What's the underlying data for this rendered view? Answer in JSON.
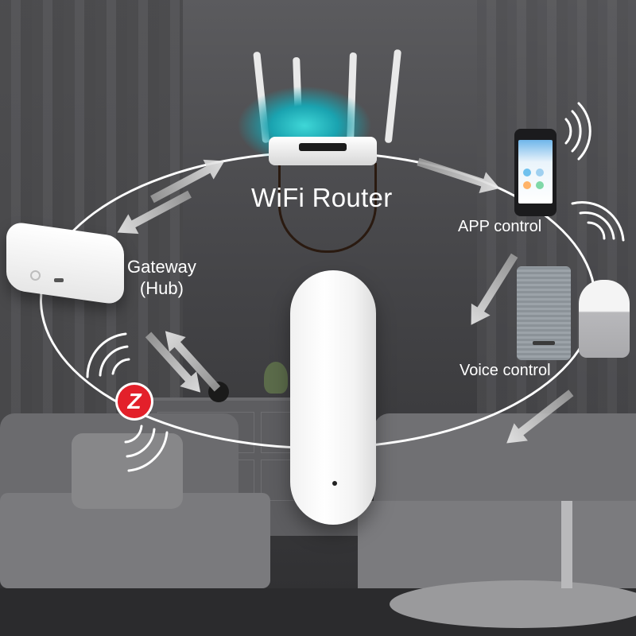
{
  "labels": {
    "router": "WiFi Router",
    "gateway_line1": "Gateway",
    "gateway_line2": "(Hub)",
    "app": "APP control",
    "voice": "Voice control"
  },
  "nodes": [
    {
      "id": "wifi-router",
      "label_key": "router"
    },
    {
      "id": "gateway-hub",
      "label_key": "gateway_line1"
    },
    {
      "id": "smartphone",
      "label_key": "app"
    },
    {
      "id": "smart-speakers",
      "label_key": "voice"
    },
    {
      "id": "door-sensor"
    },
    {
      "id": "zigbee-logo"
    }
  ],
  "edges": [
    {
      "from": "gateway-hub",
      "to": "wifi-router",
      "direction": "bidirectional"
    },
    {
      "from": "wifi-router",
      "to": "smartphone",
      "direction": "one-way"
    },
    {
      "from": "smartphone",
      "to": "smart-speakers",
      "direction": "one-way"
    },
    {
      "from": "smart-speakers",
      "to": "door-sensor",
      "direction": "one-way"
    },
    {
      "from": "gateway-hub",
      "to": "door-sensor",
      "direction": "bidirectional"
    }
  ],
  "colors": {
    "ring": "#ffffff",
    "arrow": "#d8d8d8",
    "zigbee": "#e3202a",
    "router_glow": "#3fd7d7"
  },
  "icons": [
    "wifi-router-icon",
    "gateway-hub-icon",
    "smartphone-icon",
    "smart-speaker-icon",
    "door-sensor-icon",
    "zigbee-logo-icon",
    "signal-waves-icon",
    "arrow-icon"
  ]
}
